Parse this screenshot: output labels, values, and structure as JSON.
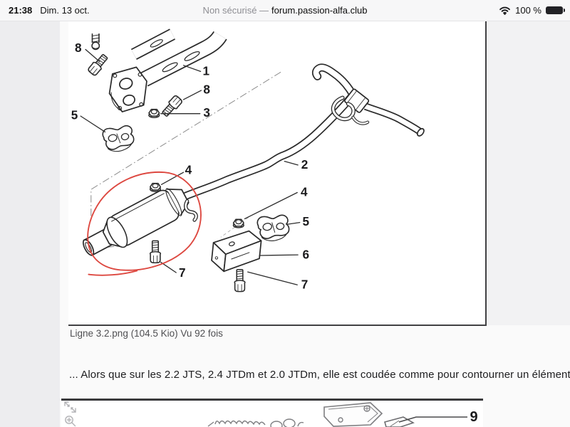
{
  "status_bar": {
    "time": "21:38",
    "date": "Dim. 13 oct.",
    "url_prefix": "Non sécurisé —",
    "url_domain": "forum.passion-alfa.club",
    "battery_percent": "100 %",
    "icons": {
      "wifi": "wifi-icon",
      "battery": "battery-icon"
    }
  },
  "post": {
    "attachment": {
      "caption": "Ligne 3.2.png (104.5 Kio) Vu 92 fois"
    },
    "paragraph": "... Alors que sur les 2.2 JTS, 2.4 JTDm et 2.0 JTDm, elle est coudée comme pour contourner un élément.",
    "second_attachment": {
      "label": "9",
      "viewer_icons": [
        "expand-icon",
        "zoom-in-icon"
      ]
    }
  },
  "diagram": {
    "type": "exhaust-parts-diagram",
    "labels": [
      "8",
      "1",
      "8",
      "3",
      "5",
      "2",
      "4",
      "4",
      "5",
      "6",
      "7",
      "7"
    ],
    "annotation_color": "#dd4840",
    "line_color": "#2a2a2a"
  }
}
